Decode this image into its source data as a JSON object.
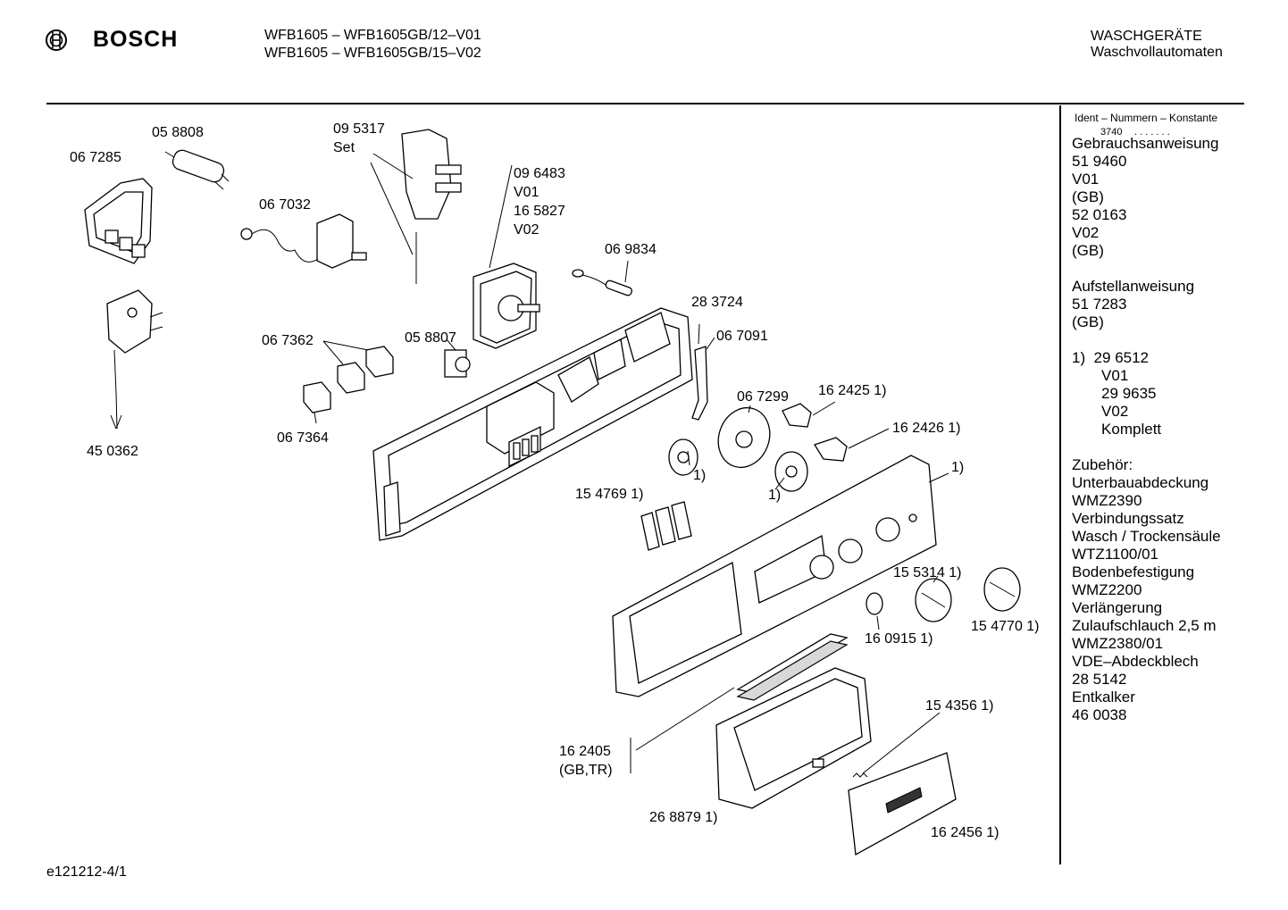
{
  "header": {
    "brand": "BOSCH",
    "models": [
      "WFB1605 – WFB1605GB/12–V01",
      "WFB1605 – WFB1605GB/15–V02"
    ],
    "category_title": "WASCHGERÄTE",
    "category_subtitle": "Waschvollautomaten"
  },
  "parts": [
    {
      "id": "p058808",
      "label": "05 8808"
    },
    {
      "id": "p067285",
      "label": "06 7285"
    },
    {
      "id": "p095317",
      "label": "09 5317"
    },
    {
      "id": "pset",
      "label": "Set"
    },
    {
      "id": "p067032",
      "label": "06 7032"
    },
    {
      "id": "p096483",
      "label": "09 6483"
    },
    {
      "id": "pv01",
      "label": "V01"
    },
    {
      "id": "p165827",
      "label": "16 5827"
    },
    {
      "id": "pv02",
      "label": "V02"
    },
    {
      "id": "p069834",
      "label": "06 9834"
    },
    {
      "id": "p283724",
      "label": "28 3724"
    },
    {
      "id": "p067091",
      "label": "06 7091"
    },
    {
      "id": "p067362",
      "label": "06 7362"
    },
    {
      "id": "p058807",
      "label": "05 8807"
    },
    {
      "id": "p067299",
      "label": "06 7299"
    },
    {
      "id": "p162425",
      "label": "16 2425 1)"
    },
    {
      "id": "p067364",
      "label": "06 7364"
    },
    {
      "id": "p162426",
      "label": "16 2426 1)"
    },
    {
      "id": "p450362",
      "label": "45 0362"
    },
    {
      "id": "pfoot1",
      "label": "1)"
    },
    {
      "id": "pfoot2",
      "label": "1)"
    },
    {
      "id": "pfoot3",
      "label": "1)"
    },
    {
      "id": "p154769",
      "label": "15 4769 1)"
    },
    {
      "id": "p155314",
      "label": "15 5314 1)"
    },
    {
      "id": "p160915",
      "label": "16 0915 1)"
    },
    {
      "id": "p154770",
      "label": "15 4770 1)"
    },
    {
      "id": "p154356",
      "label": "15 4356 1)"
    },
    {
      "id": "p162405",
      "label": "16 2405"
    },
    {
      "id": "pgbtr",
      "label": "(GB,TR)"
    },
    {
      "id": "p268879",
      "label": "26 8879  1)"
    },
    {
      "id": "p162456",
      "label": "16 2456 1)"
    }
  ],
  "sidebar": {
    "heading": "Ident – Nummern – Konstante",
    "constant": "3740",
    "dots": ". . . . . . .",
    "lines": [
      "Gebrauchsanweisung",
      "51 9460",
      "V01",
      "(GB)",
      "52 0163",
      "V02",
      "(GB)",
      "",
      "Aufstellanweisung",
      "51 7283",
      "(GB)",
      "",
      "1)  29 6512",
      "       V01",
      "       29 9635",
      "       V02",
      "       Komplett",
      "",
      "Zubehör:",
      "Unterbauabdeckung",
      "WMZ2390",
      "Verbindungssatz",
      "Wasch / Trockensäule",
      "WTZ1100/01",
      "Bodenbefestigung",
      "WMZ2200",
      "Verlängerung",
      "Zulaufschlauch 2,5 m",
      "WMZ2380/01",
      "VDE–Abdeckblech",
      "28 5142",
      "Entkalker",
      "46 0038"
    ]
  },
  "footer": {
    "code": "e121212-4/1"
  }
}
